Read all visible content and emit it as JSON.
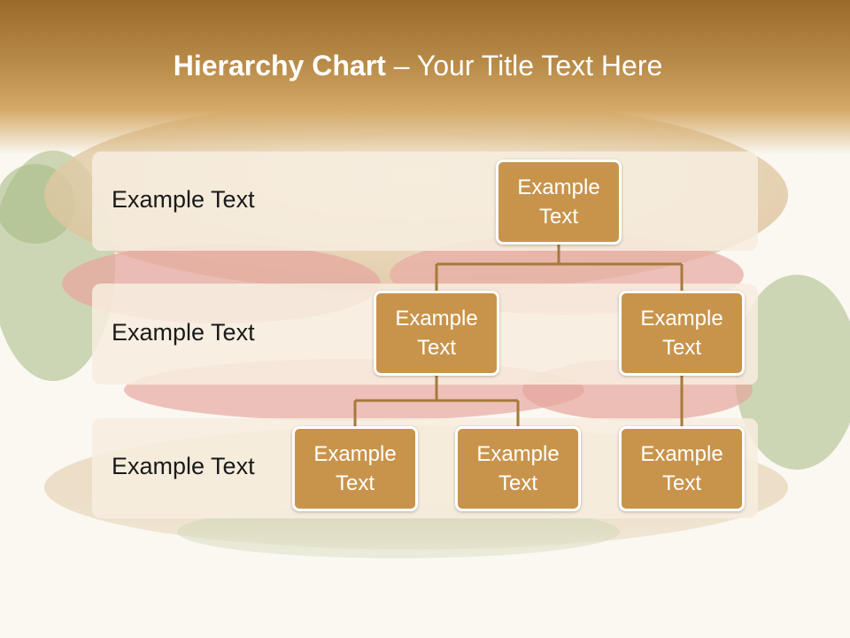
{
  "title": {
    "bold": "Hierarchy Chart",
    "rest": " – Your Title Text Here"
  },
  "rows": [
    {
      "label": "Example Text"
    },
    {
      "label": "Example Text"
    },
    {
      "label": "Example Text"
    }
  ],
  "nodes": {
    "root": "Example Text",
    "l2_left": "Example Text",
    "l2_right": "Example Text",
    "l3_a": "Example Text",
    "l3_b": "Example Text",
    "l3_c": "Example Text"
  },
  "colors": {
    "header": "#b88a48",
    "node_fill": "#c8944c",
    "node_border": "#ffffff",
    "connector": "#a6793a",
    "row_band": "#f7eee0"
  }
}
